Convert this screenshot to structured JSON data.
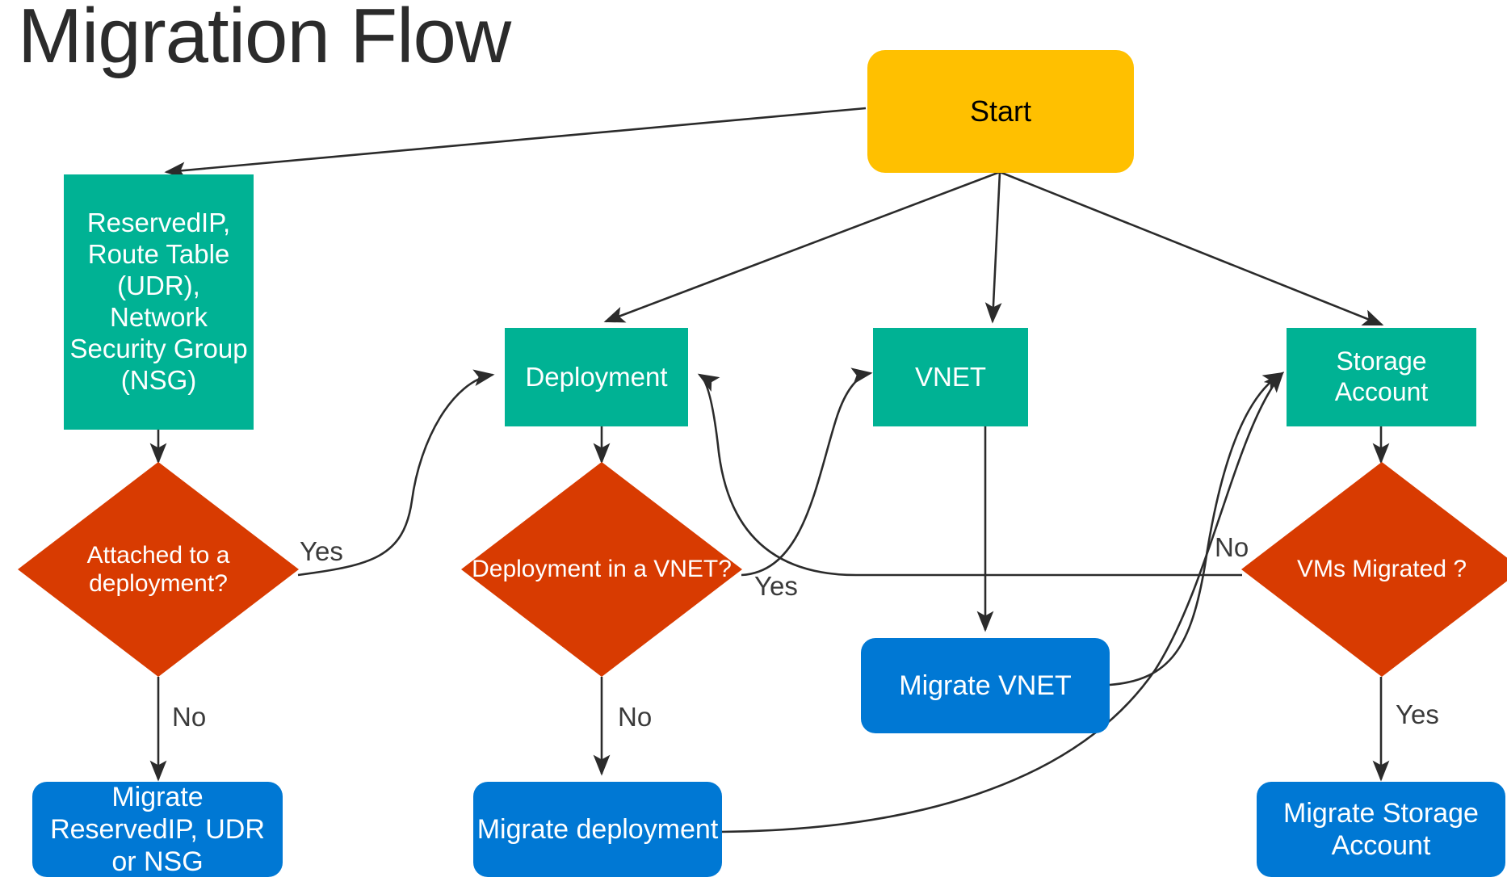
{
  "page": {
    "title": "Migration Flow",
    "background": "#ffffff"
  },
  "colors": {
    "start": "#FFC000",
    "process": "#00B294",
    "decision": "#D83B01",
    "action": "#0078D4",
    "edge": "#3a3a3a",
    "title_text": "#2b2b2b"
  },
  "nodes": {
    "start": {
      "label": "Start",
      "type": "start"
    },
    "reserved_ip": {
      "label": "ReservedIP, Route Table (UDR), Network Security Group (NSG)",
      "type": "process"
    },
    "deployment": {
      "label": "Deployment",
      "type": "process"
    },
    "vnet": {
      "label": "VNET",
      "type": "process"
    },
    "storage_account": {
      "label": "Storage Account",
      "type": "process"
    },
    "attached_decision": {
      "label": "Attached to a deployment?",
      "type": "decision"
    },
    "deployment_vnet_decision": {
      "label": "Deployment in a VNET?",
      "type": "decision"
    },
    "vms_migrated_decision": {
      "label": "VMs Migrated ?",
      "type": "decision"
    },
    "migrate_reserved_ip": {
      "label": "Migrate ReservedIP, UDR or NSG",
      "type": "action"
    },
    "migrate_deployment": {
      "label": "Migrate deployment",
      "type": "action"
    },
    "migrate_vnet": {
      "label": "Migrate VNET",
      "type": "action"
    },
    "migrate_storage_account": {
      "label": "Migrate Storage Account",
      "type": "action"
    }
  },
  "edge_labels": {
    "attached_yes": "Yes",
    "attached_no": "No",
    "deployment_vnet_yes": "Yes",
    "deployment_vnet_no": "No",
    "vms_no": "No",
    "vms_yes": "Yes"
  },
  "chart_data": {
    "type": "diagram",
    "title": "Migration Flow",
    "edges": [
      {
        "from": "start",
        "to": "reserved_ip",
        "label": ""
      },
      {
        "from": "start",
        "to": "deployment",
        "label": ""
      },
      {
        "from": "start",
        "to": "vnet",
        "label": ""
      },
      {
        "from": "start",
        "to": "storage_account",
        "label": ""
      },
      {
        "from": "reserved_ip",
        "to": "attached_decision",
        "label": ""
      },
      {
        "from": "attached_decision",
        "to": "deployment",
        "label": "Yes"
      },
      {
        "from": "attached_decision",
        "to": "migrate_reserved_ip",
        "label": "No"
      },
      {
        "from": "deployment",
        "to": "deployment_vnet_decision",
        "label": ""
      },
      {
        "from": "deployment_vnet_decision",
        "to": "vnet",
        "label": "Yes"
      },
      {
        "from": "deployment_vnet_decision",
        "to": "migrate_deployment",
        "label": "No"
      },
      {
        "from": "vnet",
        "to": "migrate_vnet",
        "label": ""
      },
      {
        "from": "migrate_vnet",
        "to": "storage_account",
        "label": ""
      },
      {
        "from": "migrate_deployment",
        "to": "storage_account",
        "label": ""
      },
      {
        "from": "storage_account",
        "to": "vms_migrated_decision",
        "label": ""
      },
      {
        "from": "vms_migrated_decision",
        "to": "deployment",
        "label": "No"
      },
      {
        "from": "vms_migrated_decision",
        "to": "migrate_storage_account",
        "label": "Yes"
      }
    ]
  }
}
